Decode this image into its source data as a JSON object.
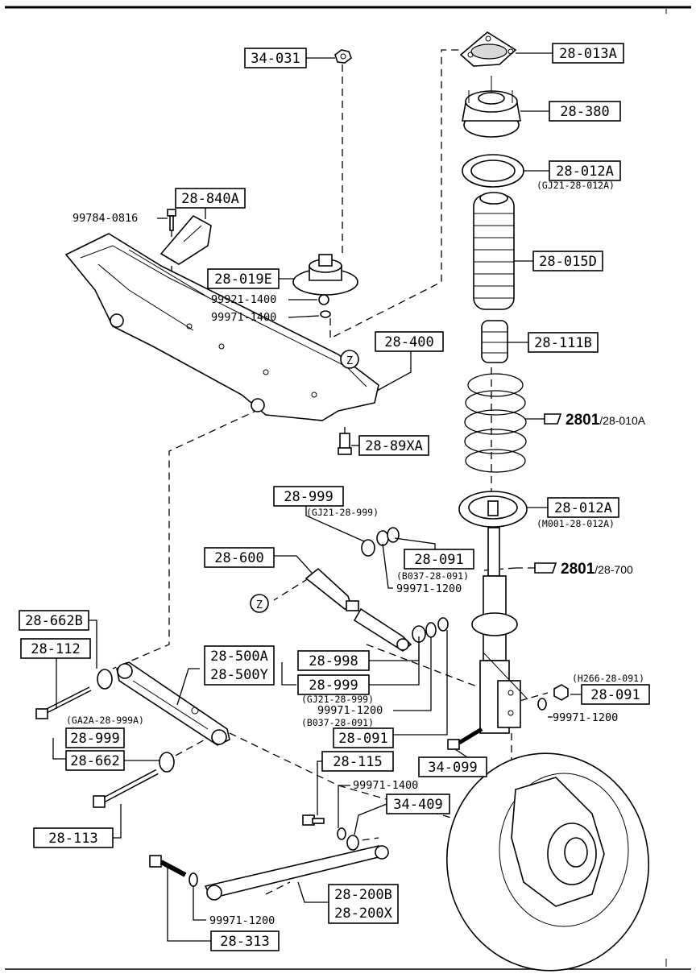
{
  "part_labels": {
    "p34_031": "34-031",
    "p28_013A": "28-013A",
    "p28_380": "28-380",
    "p28_012A_top": "28-012A",
    "p28_840A": "28-840A",
    "p28_015D": "28-015D",
    "p28_019E": "28-019E",
    "p28_400": "28-400",
    "p28_111B": "28-111B",
    "p28_89XA": "28-89XA",
    "p28_999_top": "28-999",
    "p28_012A_low": "28-012A",
    "p28_600": "28-600",
    "p28_091_a": "28-091",
    "p28_662B": "28-662B",
    "p28_112": "28-112",
    "p28_500A": "28-500A",
    "p28_500Y": "28-500Y",
    "p28_998": "28-998",
    "p28_999_mid": "28-999",
    "p28_091_right": "28-091",
    "p28_999_left": "28-999",
    "p28_091_b": "28-091",
    "p28_662": "28-662",
    "p28_115": "28-115",
    "p34_099": "34-099",
    "p34_409": "34-409",
    "p28_113": "28-113",
    "p28_200B": "28-200B",
    "p28_200X": "28-200X",
    "p28_313": "28-313"
  },
  "sub_labels": {
    "s_012A_top": "(GJ21-28-012A)",
    "s_999_top": "(GJ21-28-999)",
    "s_012A_low": "(M001-28-012A)",
    "s_b037_a": "(B037-28-091)",
    "s_h266": "(H266-28-091)",
    "s_gj21_mid": "(GJ21-28-999)",
    "s_b037_b": "(B037-28-091)",
    "s_ga2a": "(GA2A-28-999A)"
  },
  "numbers": {
    "n_99784": "99784-0816",
    "n_99921": "99921-1400",
    "n_99971_1400a": "99971-1400",
    "n_99971_1200a": "99971-1200",
    "n_99971_1200b": "99971-1200",
    "n_99971_1200c": "99971-1200",
    "n_99971_1400b": "99971-1400",
    "n_99971_1200d": "99971-1200"
  },
  "circle_markers": {
    "z1": "Z",
    "z2": "Z"
  },
  "references": [
    {
      "bold": "2801",
      "suffix": "/28-010A"
    },
    {
      "bold": "2801",
      "suffix": "/28-700"
    }
  ]
}
